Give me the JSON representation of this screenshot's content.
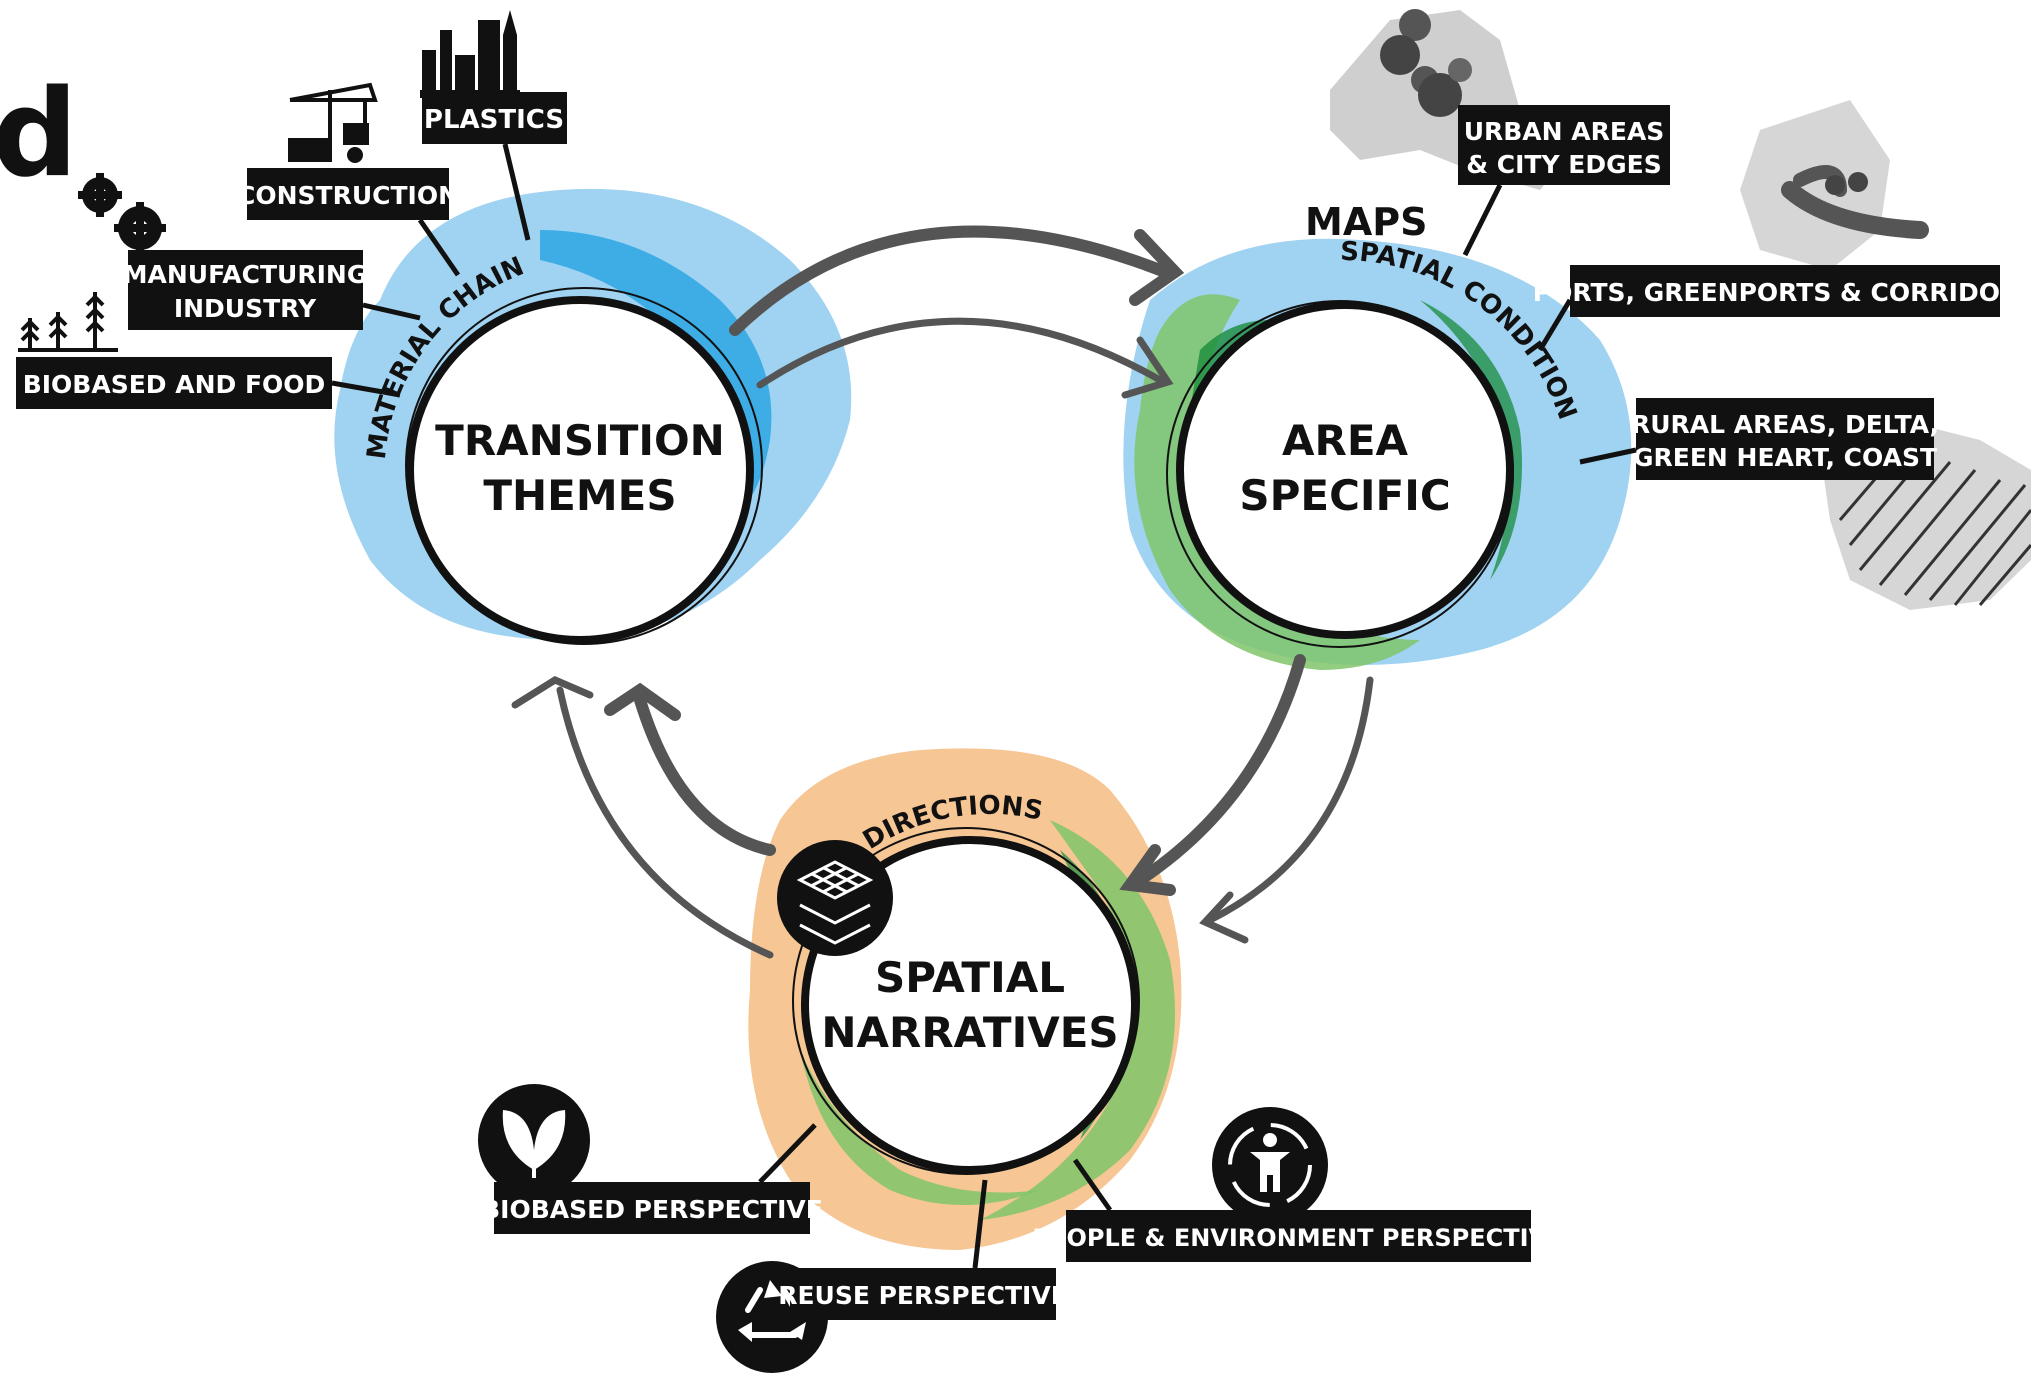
{
  "corner_fragment": "d",
  "circles": {
    "transition": {
      "line1": "TRANSITION",
      "line2": "THEMES",
      "arc_label": "MATERIAL CHAINS"
    },
    "area": {
      "line1": "AREA",
      "line2": "SPECIFIC",
      "arc_label": "SPATIAL CONDITIONS",
      "top_label": "MAPS"
    },
    "spatial": {
      "line1": "SPATIAL",
      "line2": "NARRATIVES",
      "arc_label": "DIRECTIONS"
    }
  },
  "labels": {
    "plastics": "PLASTICS",
    "construction": "CONSTRUCTION",
    "manufacturing_1": "MANUFACTURING",
    "manufacturing_2": "INDUSTRY",
    "biobased_food": "BIOBASED AND FOOD",
    "urban_1": "URBAN AREAS",
    "urban_2": "& CITY EDGES",
    "ports": "PORTS, GREENPORTS & CORRIDORS",
    "rural_1": "RURAL AREAS, DELTA,",
    "rural_2": "GREEN HEART, COAST",
    "biobased_perspective": "BIOBASED PERSPECTIVE",
    "reuse_perspective": "REUSE PERSPECTIVE",
    "people_env_perspective": "PEOPLE & ENVIRONMENT PERSPECTIVE"
  },
  "icons": {
    "factory": "factory-icon",
    "crane": "crane-icon",
    "gears": "gears-icon",
    "crops": "crops-icon",
    "map_urban": "map-urban-icon",
    "map_ports": "map-ports-icon",
    "map_rural": "map-rural-icon",
    "layers": "layers-icon",
    "leaf": "leaf-icon",
    "recycle": "recycle-icon",
    "person": "person-environment-icon"
  },
  "colors": {
    "blue_wash": "#8fcbef",
    "blue_deep": "#1e9fe0",
    "green_wash": "#7fc46a",
    "green_deep": "#1a8c3c",
    "orange_wash": "#f5c08a",
    "arrow_gray": "#555555",
    "map_gray": "#c9c9c9",
    "label_bg": "#111111"
  }
}
